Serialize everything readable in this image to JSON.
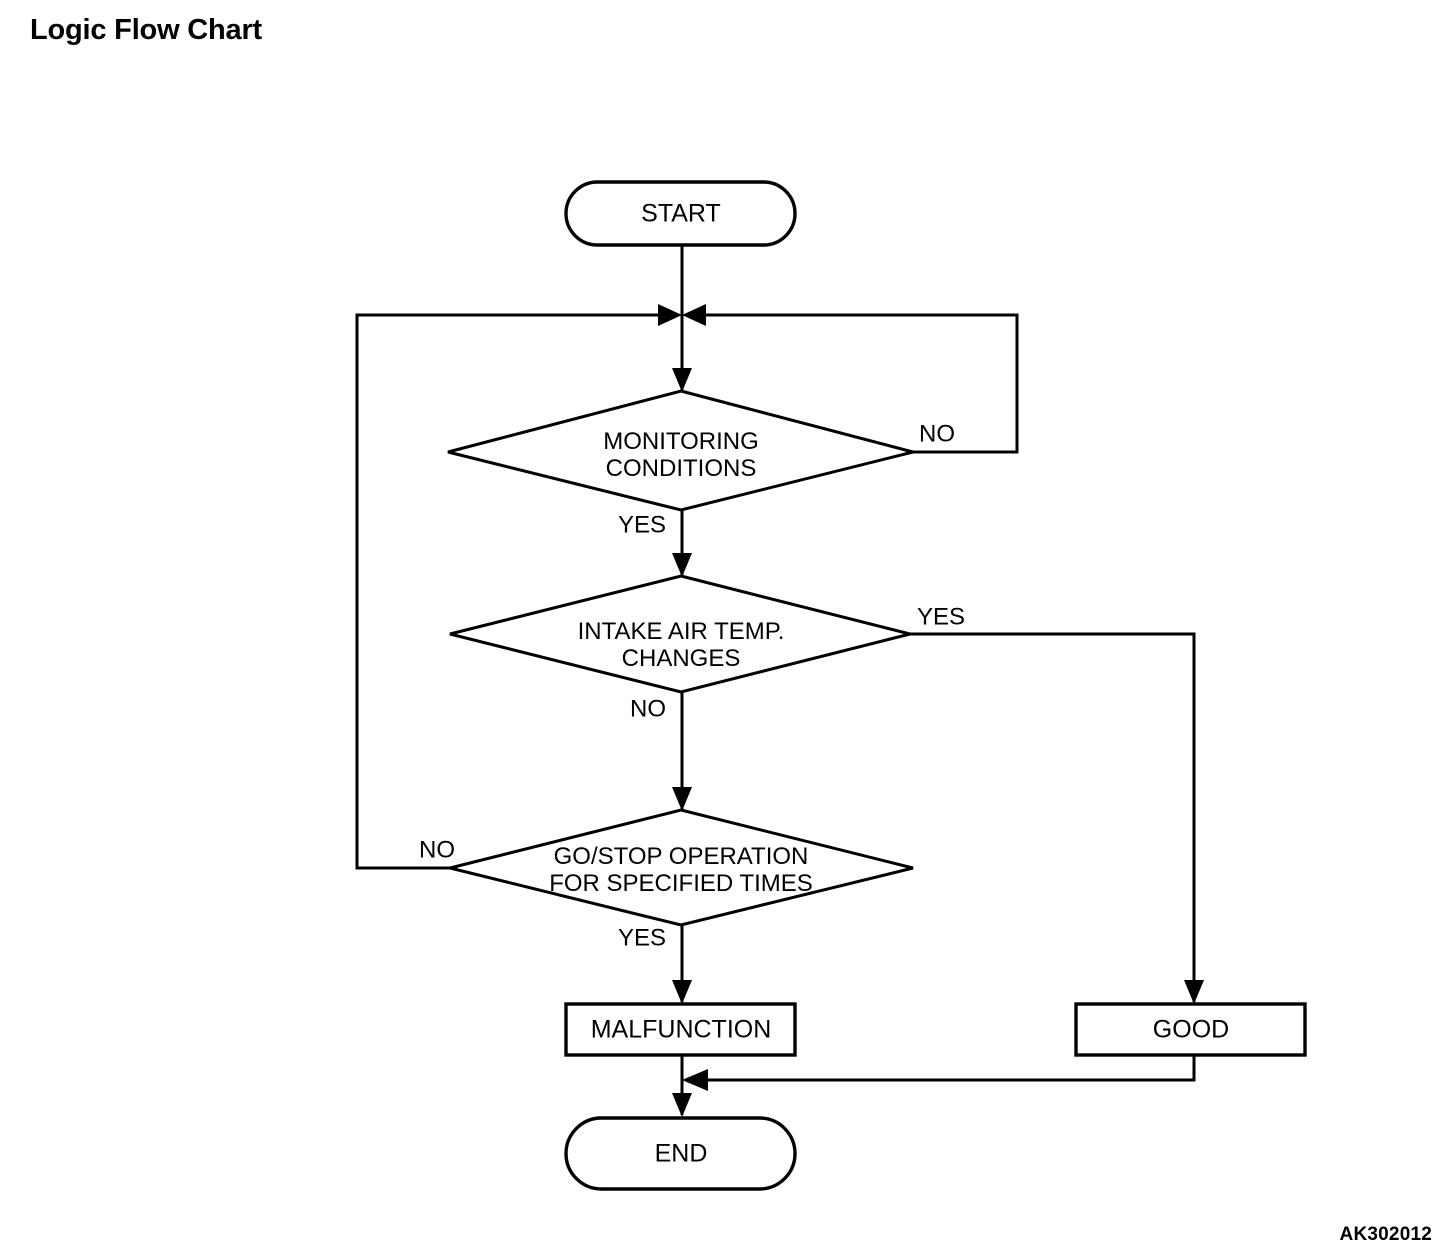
{
  "page": {
    "title": "Logic Flow Chart",
    "watermark": "AK302012",
    "background_color": "#ffffff",
    "line_color": "#000000"
  },
  "chart_data": {
    "type": "diagram",
    "diagram_kind": "flowchart",
    "title": "Logic Flow Chart",
    "nodes": [
      {
        "id": "start",
        "shape": "terminator",
        "label": "START"
      },
      {
        "id": "monitoring",
        "shape": "decision",
        "label_line1": "MONITORING",
        "label_line2": "CONDITIONS"
      },
      {
        "id": "intake",
        "shape": "decision",
        "label_line1": "INTAKE AIR TEMP.",
        "label_line2": "CHANGES"
      },
      {
        "id": "gostop",
        "shape": "decision",
        "label_line1": "GO/STOP OPERATION",
        "label_line2": "FOR SPECIFIED TIMES"
      },
      {
        "id": "malfunction",
        "shape": "process",
        "label": "MALFUNCTION"
      },
      {
        "id": "good",
        "shape": "process",
        "label": "GOOD"
      },
      {
        "id": "end",
        "shape": "terminator",
        "label": "END"
      }
    ],
    "edges": [
      {
        "from": "start",
        "to": "monitoring",
        "label": ""
      },
      {
        "from": "monitoring",
        "to": "intake",
        "label": "YES"
      },
      {
        "from": "monitoring",
        "to": "monitoring",
        "label": "NO"
      },
      {
        "from": "intake",
        "to": "good",
        "label": "YES"
      },
      {
        "from": "intake",
        "to": "gostop",
        "label": "NO"
      },
      {
        "from": "gostop",
        "to": "monitoring",
        "label": "NO"
      },
      {
        "from": "gostop",
        "to": "malfunction",
        "label": "YES"
      },
      {
        "from": "malfunction",
        "to": "end",
        "label": ""
      },
      {
        "from": "good",
        "to": "end",
        "label": ""
      }
    ]
  },
  "nodes": {
    "start": {
      "label": "START"
    },
    "monitoring": {
      "line1": "MONITORING",
      "line2": "CONDITIONS"
    },
    "intake": {
      "line1": "INTAKE AIR TEMP.",
      "line2": "CHANGES"
    },
    "gostop": {
      "line1": "GO/STOP OPERATION",
      "line2": "FOR SPECIFIED TIMES"
    },
    "malfunction": {
      "label": "MALFUNCTION"
    },
    "good": {
      "label": "GOOD"
    },
    "end": {
      "label": "END"
    }
  },
  "branch_labels": {
    "monitoring_no": "NO",
    "monitoring_yes": "YES",
    "intake_yes": "YES",
    "intake_no": "NO",
    "gostop_no": "NO",
    "gostop_yes": "YES"
  }
}
